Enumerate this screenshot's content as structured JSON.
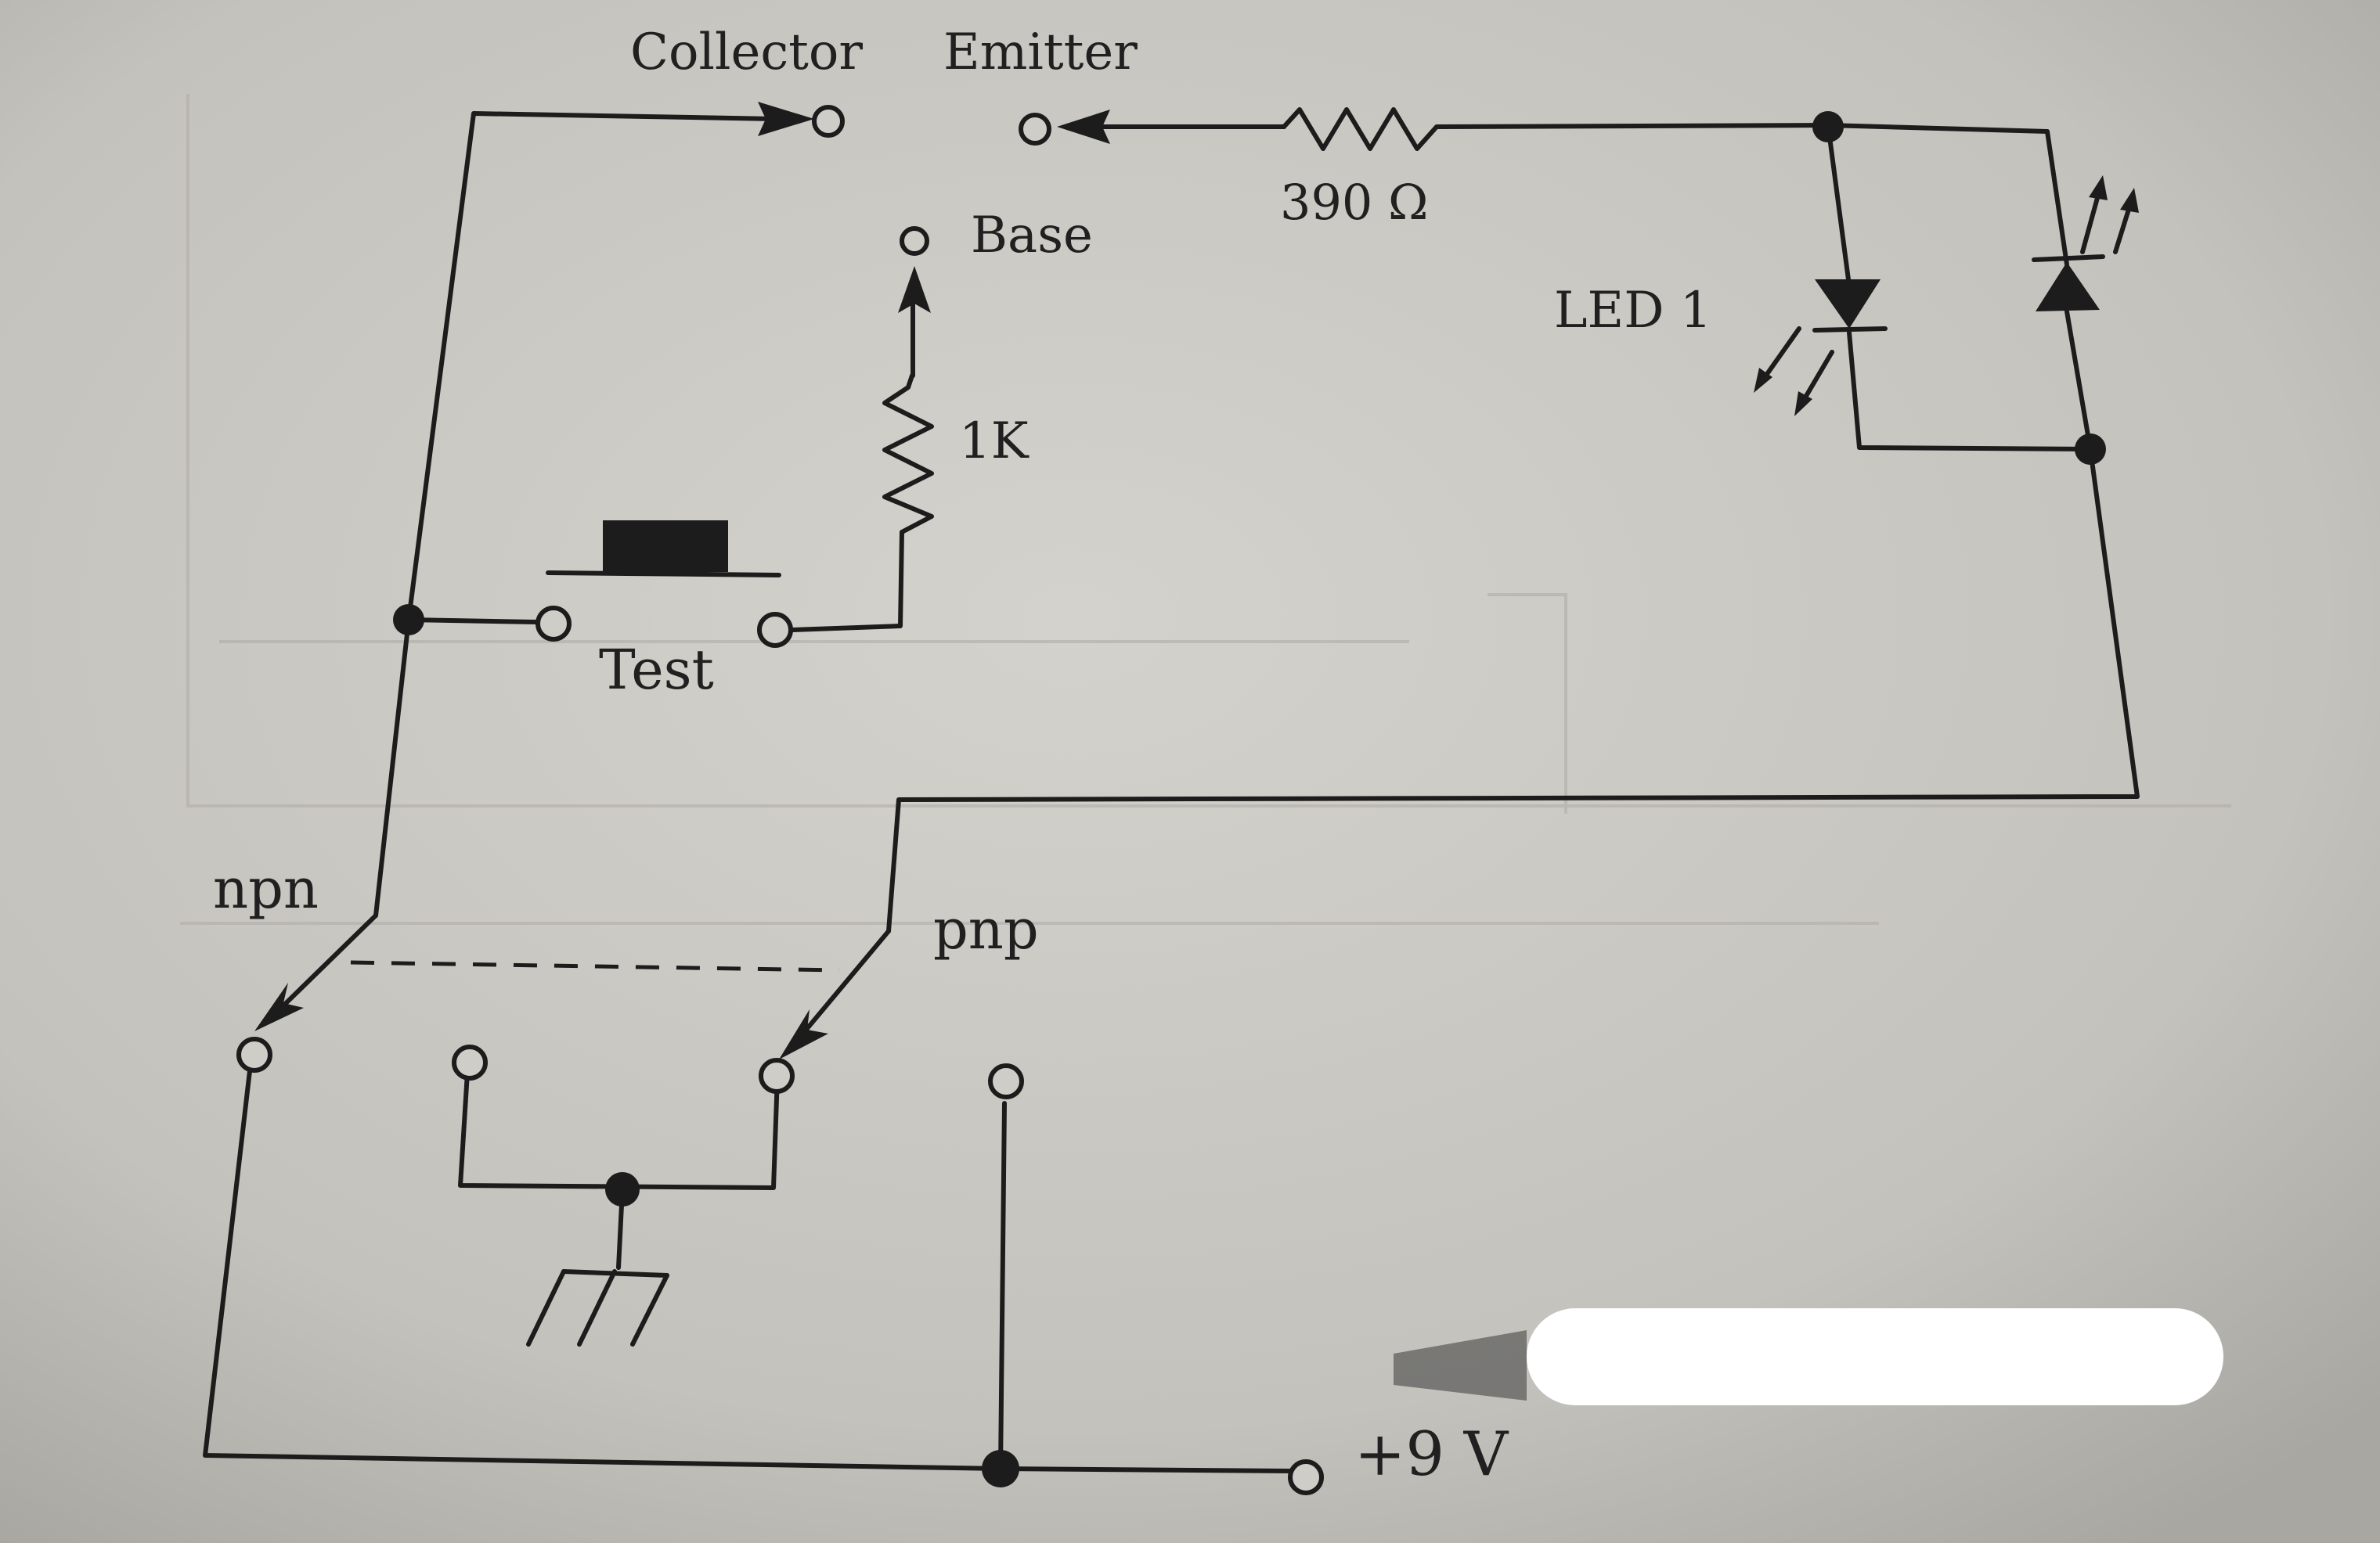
{
  "diagram": {
    "labels": {
      "collector": "Collector",
      "emitter": "Emitter",
      "base": "Base",
      "resistor_390": "390 Ω",
      "resistor_1k": "1K",
      "led1": "LED 1",
      "test": "Test",
      "npn": "npn",
      "pnp": "pnp",
      "supply": "+9 V"
    },
    "colors": {
      "paper": "#c9c7c1",
      "ink": "#1c1c1c",
      "redaction": "#ffffff"
    }
  }
}
